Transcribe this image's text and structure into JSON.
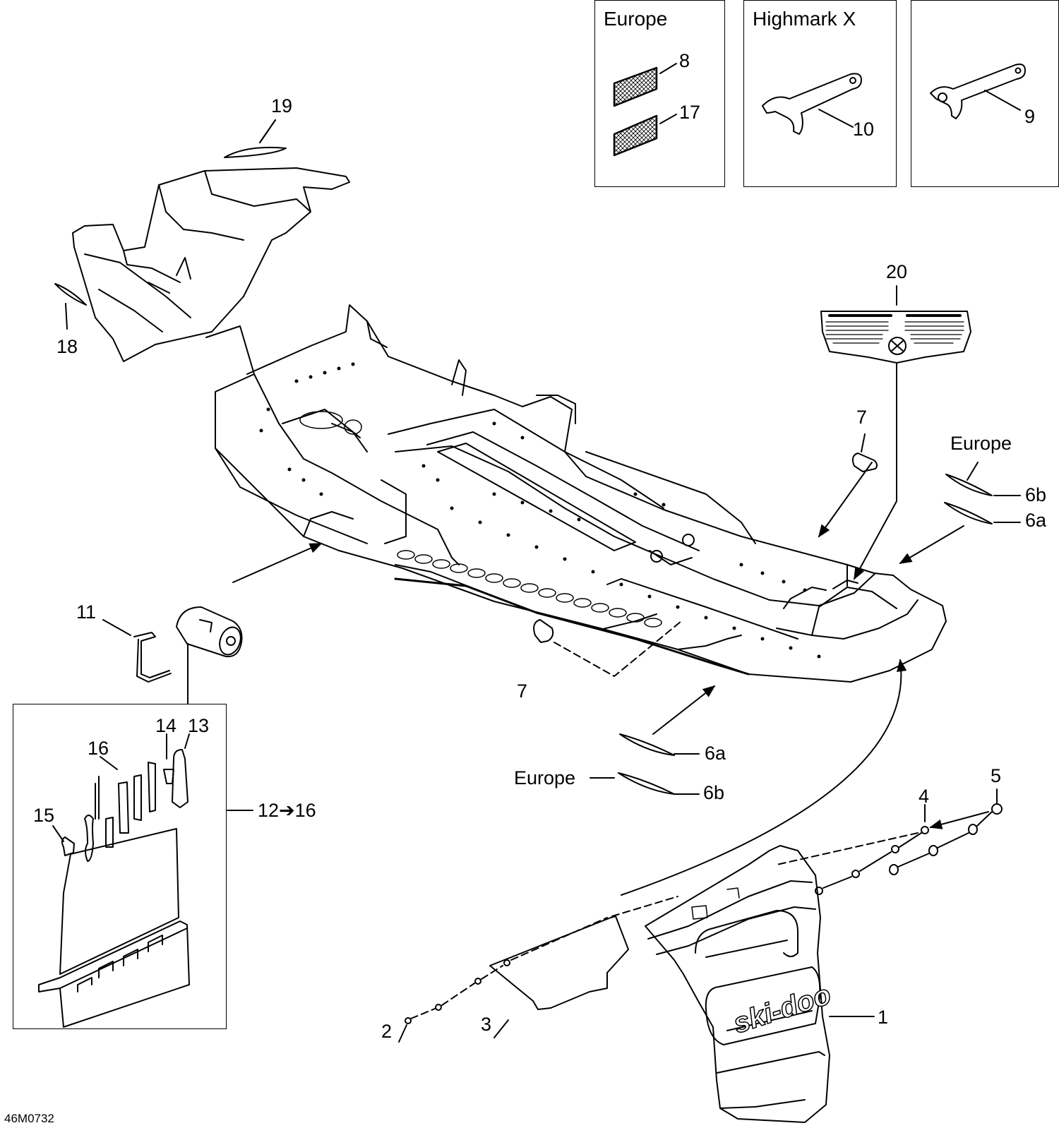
{
  "insets": [
    {
      "title": "Europe",
      "callouts": [
        "8",
        "17"
      ]
    },
    {
      "title": "Highmark X",
      "callouts": [
        "10"
      ]
    },
    {
      "title": "",
      "callouts": [
        "9"
      ]
    }
  ],
  "callouts": {
    "c19": "19",
    "c18": "18",
    "c20": "20",
    "c7a": "7",
    "c7b": "7",
    "europe_right": "Europe",
    "c6b_right": "6b",
    "c6a_right": "6a",
    "c11": "11",
    "c6a_bottom": "6a",
    "europe_bottom": "Europe",
    "c6b_bottom": "6b",
    "c5": "5",
    "c4": "4",
    "c1": "1",
    "c2": "2",
    "c3": "3"
  },
  "toolkit": {
    "range_label": "12➔16",
    "callouts": {
      "c16": "16",
      "c14": "14",
      "c13": "13",
      "c15": "15"
    }
  },
  "reference_code": "46M0732",
  "decal_brand": "ski-doo"
}
